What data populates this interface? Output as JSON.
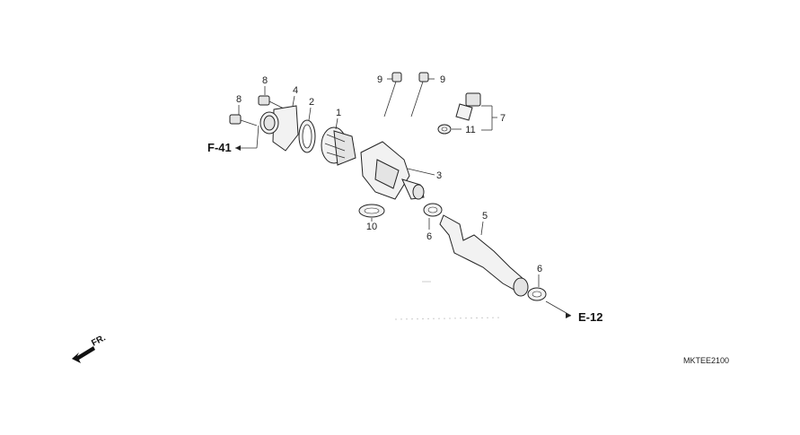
{
  "callouts": {
    "c1": "1",
    "c2": "2",
    "c3": "3",
    "c4": "4",
    "c5": "5",
    "c6a": "6",
    "c6b": "6",
    "c7": "7",
    "c8a": "8",
    "c8b": "8",
    "c9a": "9",
    "c9b": "9",
    "c10": "10",
    "c11": "11"
  },
  "refs": {
    "left": "F-41",
    "right": "E-12"
  },
  "direction": "FR.",
  "diagram_code": "MKTEE2100"
}
